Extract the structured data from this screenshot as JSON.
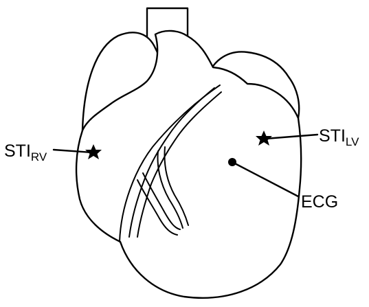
{
  "labels": {
    "sti_rv": {
      "main": "STI",
      "sub": "RV"
    },
    "sti_lv": {
      "main": "STI",
      "sub": "LV"
    },
    "ecg": "ECG"
  },
  "markers": {
    "sti_rv": "star-marker",
    "sti_lv": "star-marker",
    "ecg": "dot-marker"
  },
  "colors": {
    "line": "#000000",
    "background": "#ffffff"
  }
}
